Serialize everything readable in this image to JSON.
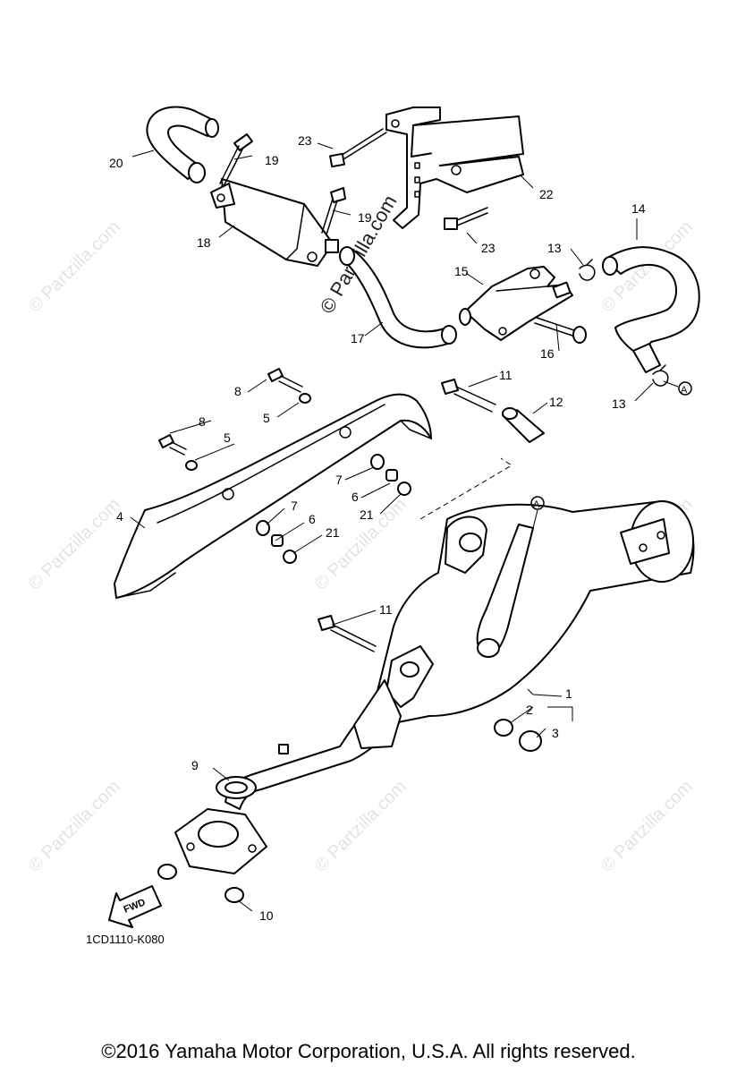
{
  "diagram_code": "1CD1110-K080",
  "copyright": "©2016 Yamaha Motor Corporation, U.S.A. All rights reserved.",
  "watermark": "© Partzilla.com",
  "fwd_label": "FWD",
  "ref_mark": "A",
  "callouts": [
    "1",
    "2",
    "3",
    "4",
    "5",
    "5",
    "6",
    "6",
    "7",
    "7",
    "8",
    "8",
    "9",
    "10",
    "11",
    "11",
    "12",
    "13",
    "13",
    "14",
    "15",
    "16",
    "17",
    "18",
    "19",
    "19",
    "20",
    "21",
    "21",
    "22",
    "23",
    "23"
  ]
}
